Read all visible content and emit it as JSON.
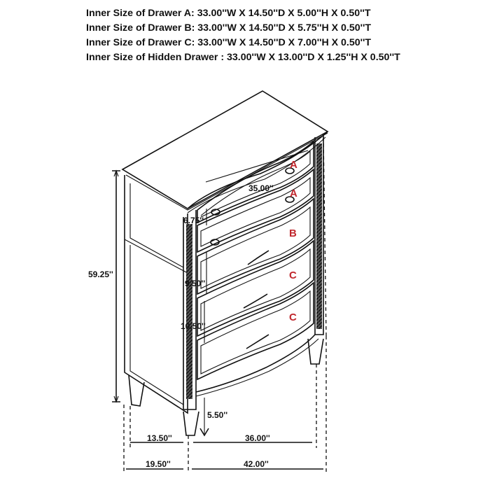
{
  "specs": [
    "Inner Size of Drawer  A: 33.00''W X 14.50''D X 5.00''H X 0.50''T",
    "Inner Size of Drawer B: 33.00''W X 14.50''D X 5.75''H X 0.50''T",
    "Inner Size of Drawer C: 33.00''W X 14.50''D X 7.00''H X 0.50''T",
    "Inner Size of Hidden Drawer : 33.00''W X 13.00''D X 1.25''H X 0.50''T"
  ],
  "dimensions": {
    "height": "59.25''",
    "top_width": "35.00''",
    "drawer_a_height": "6.75''",
    "drawer_b_height": "9.50''",
    "drawer_c_height": "10.50''",
    "leg_height": "5.50''",
    "inner_depth": "13.50''",
    "inner_width": "36.00''",
    "depth": "19.50''",
    "width": "42.00''"
  },
  "drawer_labels": [
    "A",
    "A",
    "B",
    "C",
    "C"
  ],
  "colors": {
    "label": "#c0272d",
    "line": "#111111"
  }
}
